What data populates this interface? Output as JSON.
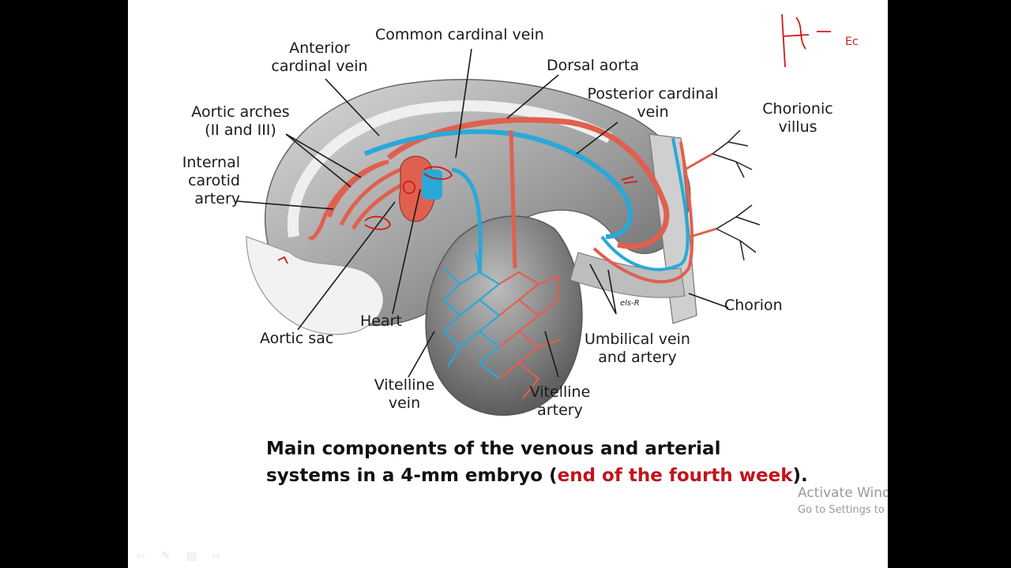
{
  "labels": {
    "common_cardinal_vein": "Common cardinal vein",
    "anterior_cardinal_vein": [
      "Anterior",
      "cardinal vein"
    ],
    "dorsal_aorta": "Dorsal aorta",
    "posterior_cardinal_vein": [
      "Posterior cardinal",
      "vein"
    ],
    "aortic_arches": [
      "Aortic arches",
      "(II and III)"
    ],
    "chorionic_villus": [
      "Chorionic",
      "villus"
    ],
    "internal_carotid_artery": [
      "Internal",
      "carotid",
      "artery"
    ],
    "aortic_sac": "Aortic sac",
    "heart": "Heart",
    "chorion": "Chorion",
    "umbilical_vein_artery": [
      "Umbilical vein",
      "and artery"
    ],
    "vitelline_vein": [
      "Vitelline",
      "vein"
    ],
    "vitelline_artery": [
      "Vitelline",
      "artery"
    ],
    "signature": "els-R"
  },
  "caption": {
    "line1": "Main components of the venous and arterial",
    "line2_prefix": "systems in a 4-mm embryo (",
    "line2_highlight": "end of the fourth week",
    "line2_suffix": ")."
  },
  "handwriting": {
    "top_right_note": "Ec"
  },
  "watermark": {
    "line1": "Activate Wind",
    "line2": "Go to Settings to a"
  },
  "colors": {
    "artery": "#e0604f",
    "vein": "#2aa8d8",
    "tissue": "#a9a9a9",
    "annotation_ink": "#d21818",
    "highlight": "#c0141c"
  }
}
